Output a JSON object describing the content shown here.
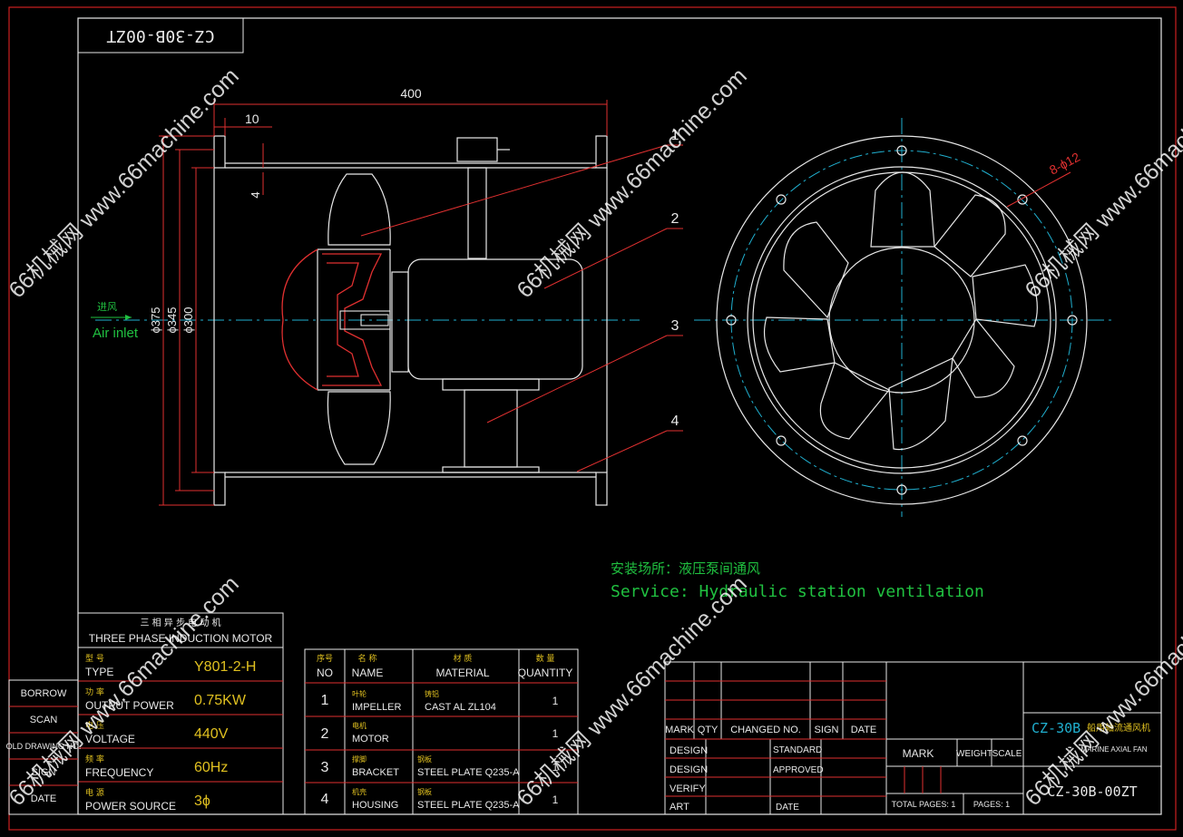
{
  "title_flipped": "CZ-30B-00ZT",
  "dims": {
    "len": "400",
    "flange": "10",
    "wall": "4",
    "d375": "ϕ375",
    "d345": "ϕ345",
    "d300": "ϕ300",
    "holes": "8-ϕ12"
  },
  "leaders": [
    "1",
    "2",
    "3",
    "4"
  ],
  "inlet": {
    "cn": "进风",
    "en": "Air inlet"
  },
  "service": {
    "cn": "安装场所：液压泵间通风",
    "en": "Service: Hydraulic station ventilation"
  },
  "motor": {
    "title_cn": "三 相 异 步 电 动 机",
    "title_en": "THREE PHASE INDUCTION MOTOR",
    "rows": [
      {
        "cn": "型   号",
        "en": "TYPE",
        "val": "Y801-2-H"
      },
      {
        "cn": "功   率",
        "en": "OUTPUT POWER",
        "val": "0.75KW"
      },
      {
        "cn": "电   压",
        "en": "VOLTAGE",
        "val": "440V"
      },
      {
        "cn": "频   率",
        "en": "FREQUENCY",
        "val": "60Hz"
      },
      {
        "cn": "电   源",
        "en": "POWER SOURCE",
        "val": "3ϕ"
      }
    ]
  },
  "side_stamps": [
    "BORROW",
    "SCAN",
    "OLD DRAWING NO.",
    "SIGN",
    "DATE"
  ],
  "parts": {
    "headers": [
      {
        "cn": "序号",
        "en": "NO"
      },
      {
        "cn": "名 称",
        "en": "NAME"
      },
      {
        "cn": "材    质",
        "en": "MATERIAL"
      },
      {
        "cn": "数    量",
        "en": "QUANTITY"
      }
    ],
    "rows": [
      {
        "no": "1",
        "name_cn": "叶轮",
        "name": "IMPELLER",
        "mat_cn": "铸铝",
        "mat": "CAST AL ZL104",
        "qty": "1"
      },
      {
        "no": "2",
        "name_cn": "电机",
        "name": "MOTOR",
        "mat_cn": "",
        "mat": "",
        "qty": "1"
      },
      {
        "no": "3",
        "name_cn": "撑脚",
        "name": "BRACKET",
        "mat_cn": "钢板",
        "mat": "STEEL PLATE Q235-A",
        "qty": "1"
      },
      {
        "no": "4",
        "name_cn": "机壳",
        "name": "HOUSING",
        "mat_cn": "钢板",
        "mat": "STEEL PLATE Q235-A",
        "qty": "1"
      }
    ]
  },
  "titleblock": {
    "mark": "MARK",
    "qty": "QTY",
    "changed": "CHANGED NO.",
    "sign": "SIGN",
    "date": "DATE",
    "design1": "DESIGN",
    "design2": "DESIGN",
    "verify": "VERIFY",
    "art": "ART",
    "standard": "STANDARD",
    "approved": "APPROVED",
    "date2": "DATE",
    "mark2": "MARK",
    "weight": "WEIGHT",
    "scale": "SCALE",
    "total": "TOTAL PAGES: 1",
    "pages": "PAGES: 1",
    "model": "CZ-30B",
    "model_cn": "船用轴流通风机",
    "model_en": "MARINE AXIAL FAN",
    "drawing_no": "CZ-30B-00ZT"
  },
  "watermark": "66机械网 www.66machine.com"
}
